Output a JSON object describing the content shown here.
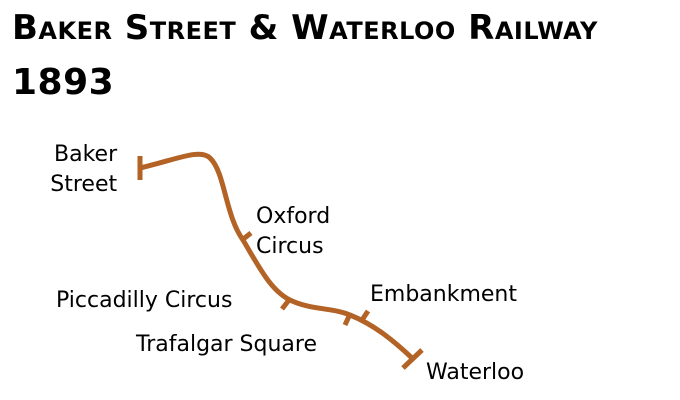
{
  "title": {
    "line1": "Baker Street & Waterloo Railway",
    "line2": "1893"
  },
  "map": {
    "line_color": "#B26325",
    "stations": [
      {
        "name": "Baker Street",
        "line_a": "Baker",
        "line_b": "Street"
      },
      {
        "name": "Oxford Circus",
        "line_a": "Oxford",
        "line_b": "Circus"
      },
      {
        "name": "Piccadilly Circus"
      },
      {
        "name": "Embankment"
      },
      {
        "name": "Trafalgar Square"
      },
      {
        "name": "Waterloo"
      }
    ]
  }
}
